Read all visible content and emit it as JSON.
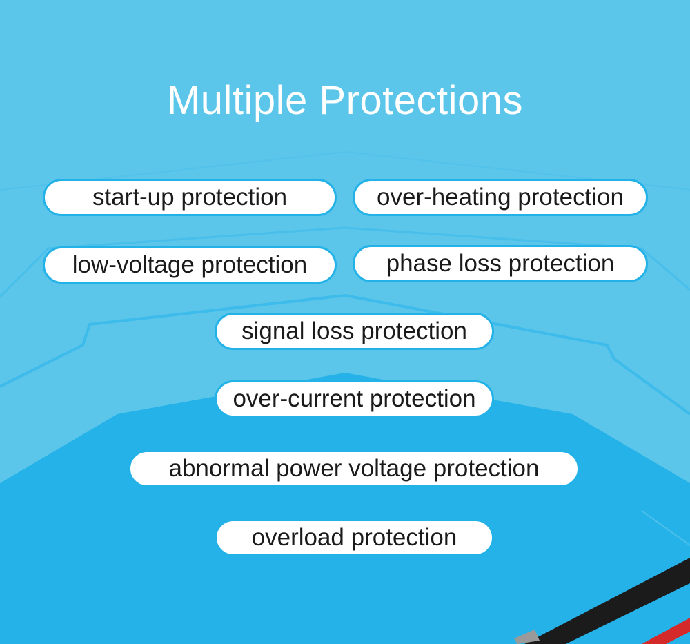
{
  "title": "Multiple Protections",
  "protections": [
    "start-up protection",
    "over-heating protection",
    "low-voltage protection",
    "phase loss protection",
    "signal loss protection",
    "over-current protection",
    "abnormal power voltage protection",
    "overload protection"
  ],
  "colors": {
    "background": "#5bc5ea",
    "background_dark": "#25b2e8",
    "pill_border": "#22b2e8"
  }
}
